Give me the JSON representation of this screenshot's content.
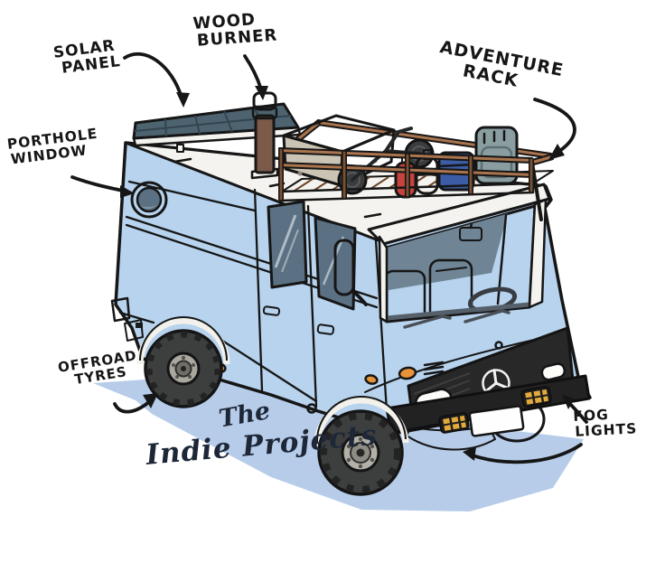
{
  "labels": {
    "solar_panel": {
      "line1": "SOLAR",
      "line2": "PANEL"
    },
    "wood_burner": {
      "line1": "WOOD",
      "line2": "BURNER"
    },
    "adventure_rack": {
      "line1": "ADVENTURE",
      "line2": "RACK"
    },
    "porthole_window": {
      "line1": "PORTHOLE",
      "line2": "WINDOW"
    },
    "offroad_tyres": {
      "line1": "OFFROAD",
      "line2": "TYRES"
    },
    "fog_lights": {
      "line1": "FOG",
      "line2": "LIGHTS"
    }
  },
  "signature": {
    "line1": "The",
    "line2": "Indie Projects"
  },
  "colors": {
    "body": "#b7d3ee",
    "roof": "#f4f3ef",
    "shadow": "#b6cce9",
    "glass": "#5b7082",
    "wood": "#a9744e",
    "solar": "#4d6370",
    "box": "#cbc3b4",
    "gas": "#c6423c",
    "bag": "#3c5da5",
    "jerrycan": "#8a9ea2",
    "orange": "#e8923a",
    "fog": "#e2aa3c",
    "tyre": "#3d3e3e",
    "grille": "#282828",
    "chimney": "#7c5a49",
    "signature": "#1d2738",
    "ink": "#161616"
  }
}
